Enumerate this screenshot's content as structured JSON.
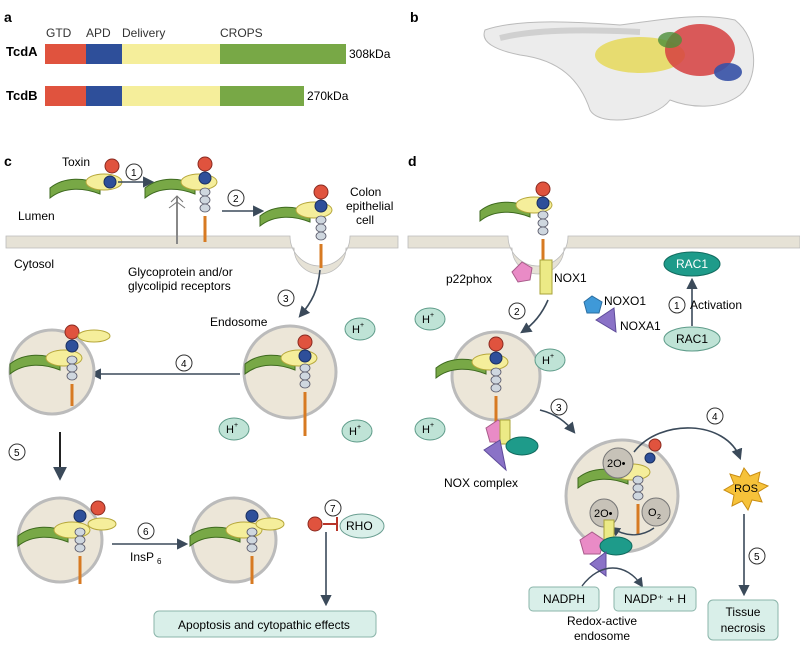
{
  "panel_a": {
    "letter": "a",
    "domain_labels": {
      "gtd": "GTD",
      "apd": "APD",
      "delivery": "Delivery",
      "crops": "CROPS"
    },
    "tcda": {
      "name": "TcdA",
      "size": "308kDa"
    },
    "tcdb": {
      "name": "TcdB",
      "size": "270kDa"
    }
  },
  "panel_b": {
    "letter": "b"
  },
  "panel_c": {
    "letter": "c",
    "toxin": "Toxin",
    "lumen": "Lumen",
    "cytosol": "Cytosol",
    "colon_cell": [
      "Colon",
      "epithelial",
      "cell"
    ],
    "receptors": [
      "Glycoprotein and/or",
      "glycolipid receptors"
    ],
    "endosome": "Endosome",
    "proton": "H",
    "proton_sup": "+",
    "insp6": "InsP",
    "insp6_sub": "6",
    "rho": "RHO",
    "outcome": "Apoptosis and cytopathic effects",
    "steps": [
      "1",
      "2",
      "3",
      "4",
      "5",
      "6",
      "7"
    ]
  },
  "panel_d": {
    "letter": "d",
    "p22phox": "p22phox",
    "nox1": "NOX1",
    "noxo1": "NOXO1",
    "noxa1": "NOXA1",
    "rac1": "RAC1",
    "activation": "Activation",
    "nox_complex": "NOX complex",
    "ros": "ROS",
    "superoxide": "2O•",
    "o2": "O",
    "o2_sub": "2",
    "nadph": "NADPH",
    "nadp": "NADP⁺ + H",
    "redox": [
      "Redox-active",
      "endosome"
    ],
    "necrosis": [
      "Tissue",
      "necrosis"
    ],
    "steps": [
      "1",
      "2",
      "3",
      "4",
      "5"
    ]
  },
  "colors": {
    "gtd": "#e0533e",
    "apd": "#2e4f9a",
    "delivery": "#f5ee9b",
    "crops": "#78a846",
    "membrane": "#e6e2d6",
    "endosome": "#ece6d8",
    "proton": "#bfe3d6",
    "rac1": "#1e9b8a",
    "box": "#d9efe9"
  }
}
